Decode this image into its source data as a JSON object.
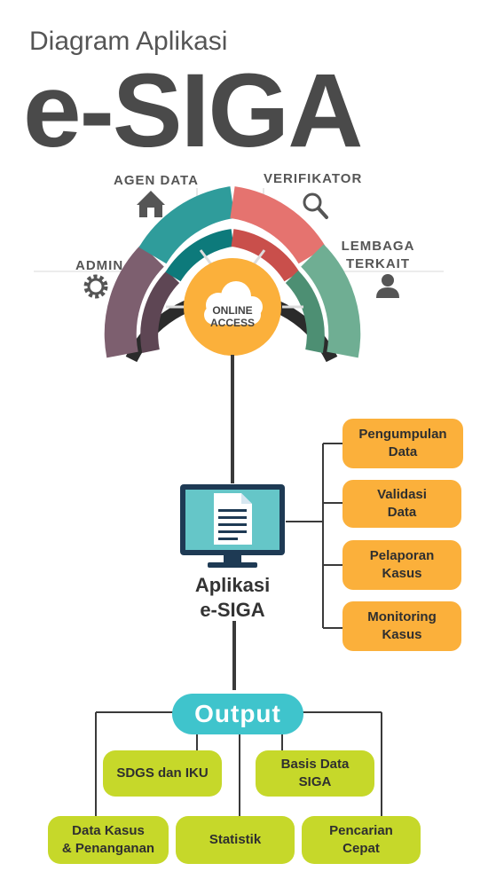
{
  "header": {
    "subtitle": "Diagram Aplikasi",
    "title": "e-SIGA"
  },
  "roles": {
    "admin": "ADMIN",
    "agen_data": "AGEN DATA",
    "verifikator": "VERIFIKATOR",
    "lembaga_line1": "LEMBAGA",
    "lembaga_line2": "TERKAIT"
  },
  "hub": {
    "line1": "ONLINE",
    "line2": "ACCESS"
  },
  "app": {
    "line1": "Aplikasi",
    "line2": "e-SIGA"
  },
  "functions": [
    {
      "line1": "Pengumpulan",
      "line2": "Data"
    },
    {
      "line1": "Validasi",
      "line2": "Data"
    },
    {
      "line1": "Pelaporan",
      "line2": "Kasus"
    },
    {
      "line1": "Monitoring",
      "line2": "Kasus"
    }
  ],
  "output": {
    "label": "Output",
    "sdgs": "SDGS dan IKU",
    "basis_line1": "Basis Data",
    "basis_line2": "SIGA",
    "data_kasus_line1": "Data Kasus",
    "data_kasus_line2": "& Penanganan",
    "statistik": "Statistik",
    "pencarian_line1": "Pencarian",
    "pencarian_line2": "Cepat"
  },
  "colors": {
    "admin": "#7d5f6f",
    "agen_data": "#2f9c9b",
    "verifikator": "#e5736f",
    "lembaga": "#6fae93",
    "hub": "#fbb03b",
    "function_box": "#fbb03b",
    "output_pill": "#3fc4cc",
    "output_box": "#c6d82a",
    "monitor": "#65c6c8"
  },
  "icons": {
    "admin": "gear-icon",
    "agen_data": "house-icon",
    "verifikator": "magnifier-icon",
    "lembaga": "person-icon",
    "hub": "cloud-icon",
    "app": "monitor-document-icon"
  }
}
